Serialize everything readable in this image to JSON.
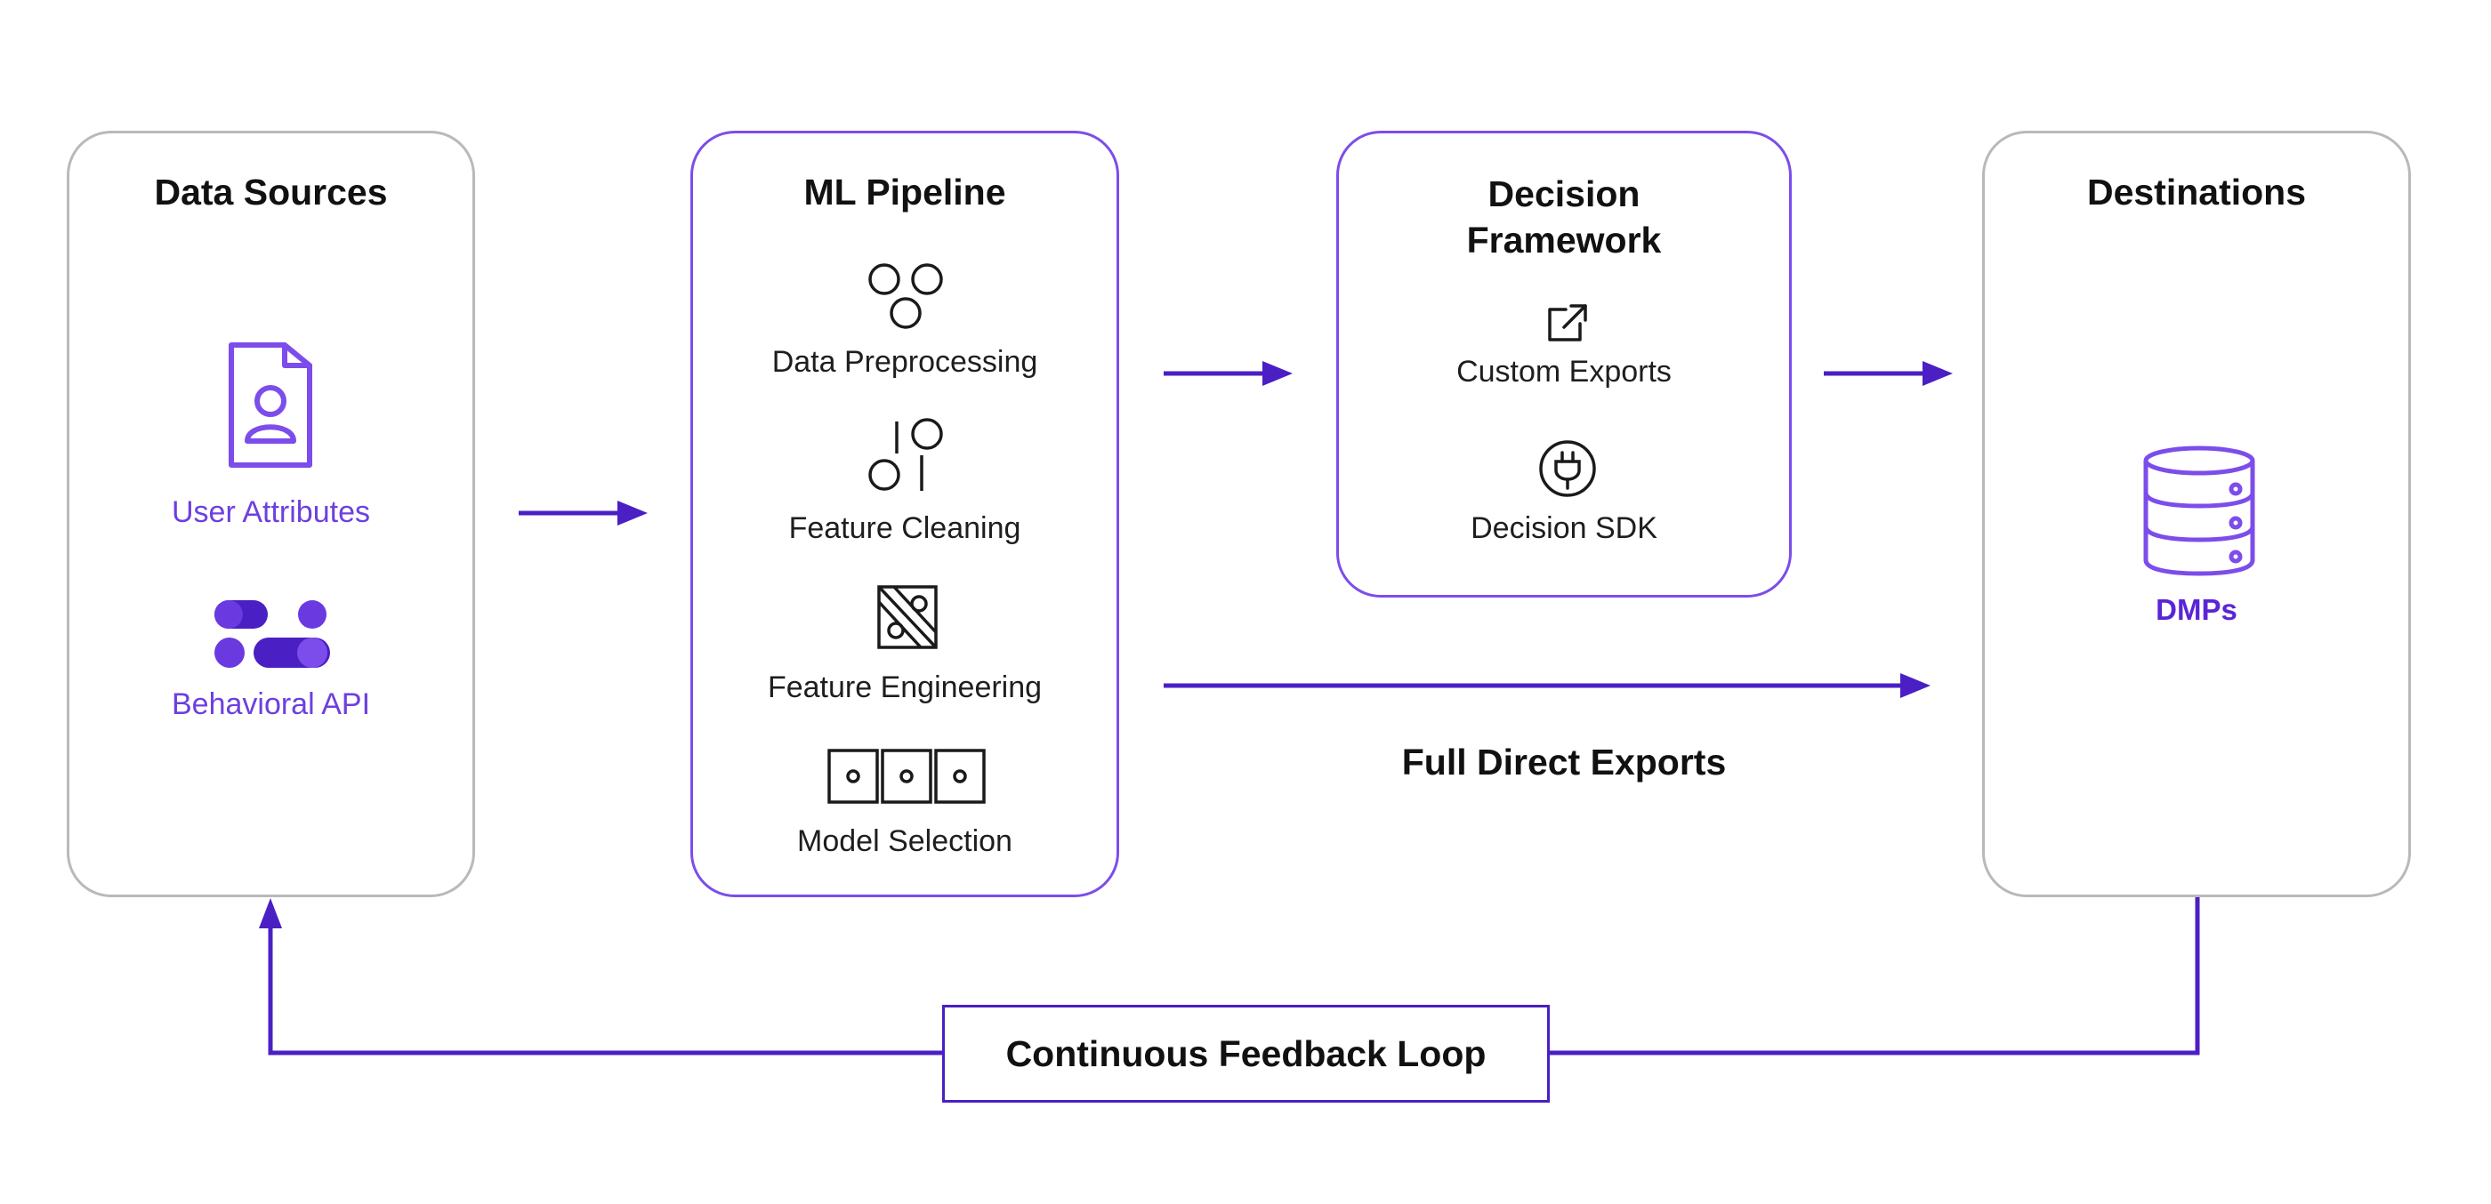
{
  "colors": {
    "accent": "#4a1fc4",
    "light_accent": "#7c4dea",
    "label_violet": "#6d3fe0",
    "panel_border_grey": "#b9b9b9"
  },
  "panels": {
    "data_sources": {
      "title": "Data Sources",
      "items": [
        {
          "label": "User Attributes",
          "icon": "user-profile-document-icon"
        },
        {
          "label": "Behavioral API",
          "icon": "toggle-pills-icon"
        }
      ]
    },
    "ml_pipeline": {
      "title": "ML Pipeline",
      "items": [
        {
          "label": "Data Preprocessing",
          "icon": "three-circles-icon"
        },
        {
          "label": "Feature Cleaning",
          "icon": "sliders-icon"
        },
        {
          "label": "Feature Engineering",
          "icon": "diagonal-split-square-icon"
        },
        {
          "label": "Model Selection",
          "icon": "three-boxes-icon"
        }
      ]
    },
    "decision_framework": {
      "title_lines": [
        "Decision",
        "Framework"
      ],
      "items": [
        {
          "label": "Custom Exports",
          "icon": "external-link-icon"
        },
        {
          "label": "Decision SDK",
          "icon": "plug-circle-icon"
        }
      ]
    },
    "destinations": {
      "title": "Destinations",
      "items": [
        {
          "label": "DMPs",
          "icon": "database-icon"
        }
      ]
    }
  },
  "edges": {
    "full_direct_exports": "Full Direct Exports",
    "feedback_loop": "Continuous Feedback Loop"
  }
}
